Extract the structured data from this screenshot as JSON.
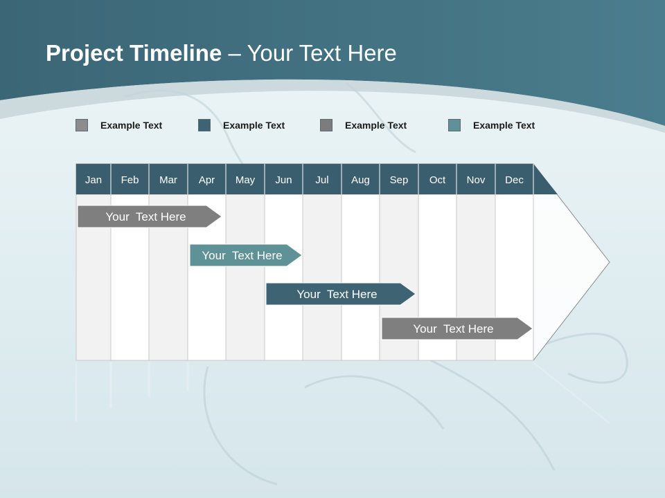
{
  "title": {
    "bold": "Project Timeline",
    "rest": " – Your Text Here"
  },
  "legend": [
    {
      "label": "Example Text",
      "color": "#8c8c8c"
    },
    {
      "label": "Example Text",
      "color": "#3e6474"
    },
    {
      "label": "Example Text",
      "color": "#7c7c7c"
    },
    {
      "label": "Example Text",
      "color": "#5f9296"
    }
  ],
  "months": [
    "Jan",
    "Feb",
    "Mar",
    "Apr",
    "May",
    "Jun",
    "Jul",
    "Aug",
    "Sep",
    "Oct",
    "Nov",
    "Dec"
  ],
  "tasks": [
    {
      "label": "Your  Text Here",
      "color": "#7f7f7f"
    },
    {
      "label": "Your  Text Here",
      "color": "#5f9296"
    },
    {
      "label": "Your  Text Here",
      "color": "#3e6474"
    },
    {
      "label": "Your  Text Here",
      "color": "#7f7f7f"
    }
  ],
  "colors": {
    "header": "#3b5e6e",
    "banner": "#3d6878"
  }
}
